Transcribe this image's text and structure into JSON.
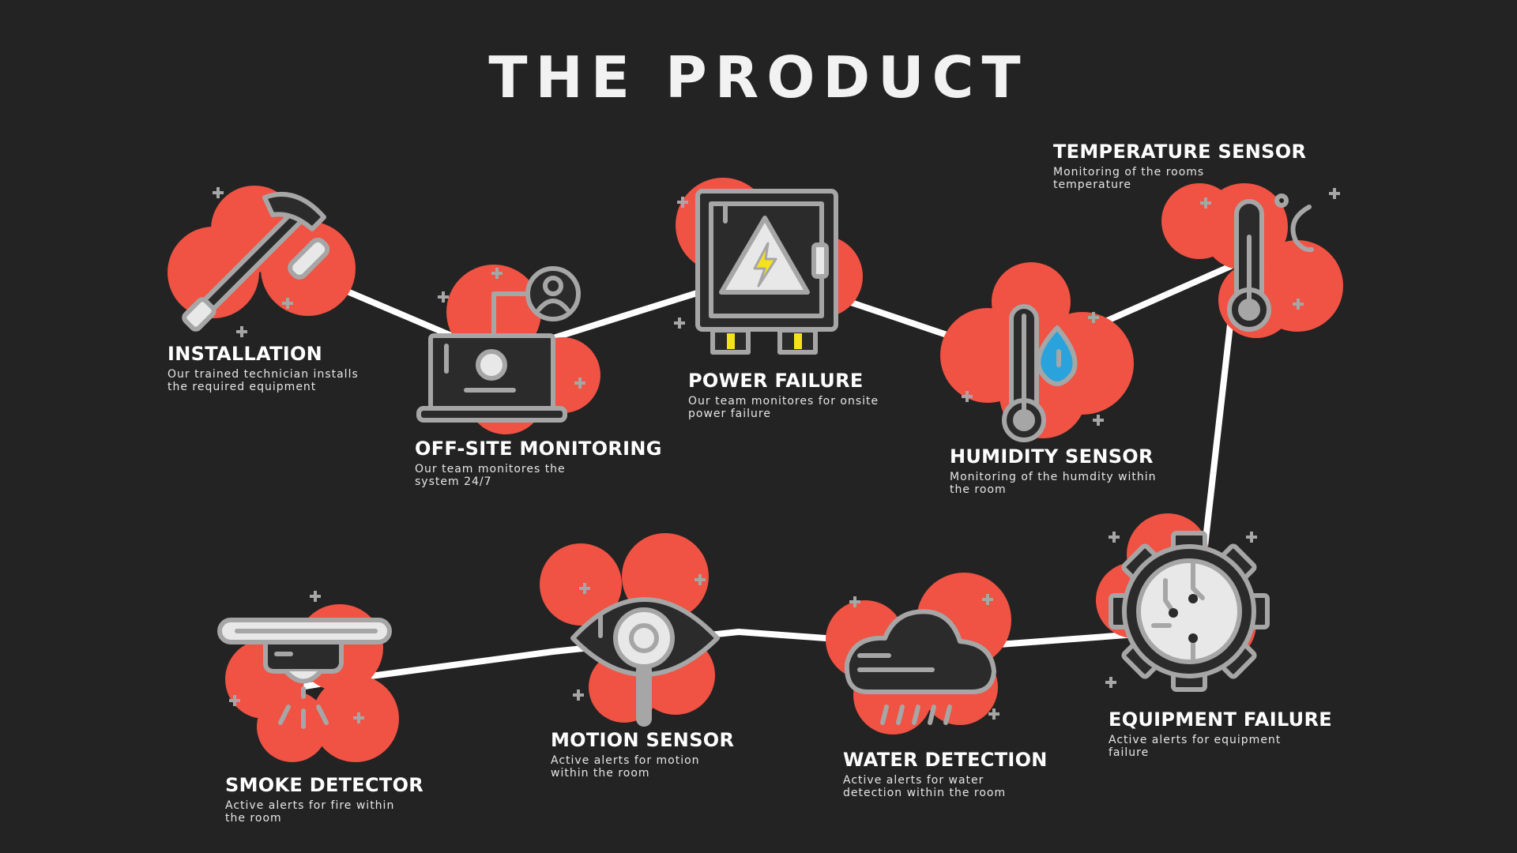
{
  "title": "THE PRODUCT",
  "colors": {
    "background": "#232323",
    "blob": "#f05243",
    "icon_stroke": "#a6a6a6",
    "icon_fill_dark": "#2b2b2b",
    "icon_fill_light": "#e8e8e8",
    "accent_yellow": "#f5e31a",
    "accent_blue": "#2aa3dc",
    "connector": "#ffffff"
  },
  "steps": [
    {
      "id": "installation",
      "icon": "hammer-icon",
      "title": "INSTALLATION",
      "description": "Our trained technician installs the required equipment"
    },
    {
      "id": "off-site-monitoring",
      "icon": "laptop-monitoring-icon",
      "title": "OFF-SITE MONITORING",
      "description": "Our team monitores the system 24/7"
    },
    {
      "id": "power-failure",
      "icon": "electrical-panel-icon",
      "title": "POWER FAILURE",
      "description": "Our team monitores for onsite power failure"
    },
    {
      "id": "humidity-sensor",
      "icon": "thermometer-water-drop-icon",
      "title": "HUMIDITY SENSOR",
      "description": "Monitoring of the humdity within the room"
    },
    {
      "id": "temperature-sensor",
      "icon": "thermometer-icon",
      "title": "TEMPERATURE SENSOR",
      "description": "Monitoring of the rooms temperature"
    },
    {
      "id": "equipment-failure",
      "icon": "gear-circuit-icon",
      "title": "EQUIPMENT FAILURE",
      "description": "Active alerts for equipment failure"
    },
    {
      "id": "water-detection",
      "icon": "rain-cloud-icon",
      "title": "WATER DETECTION",
      "description": "Active alerts for water detection within the room"
    },
    {
      "id": "motion-sensor",
      "icon": "eye-magnifier-icon",
      "title": "MOTION SENSOR",
      "description": "Active alerts for motion within the room"
    },
    {
      "id": "smoke-detector",
      "icon": "smoke-detector-icon",
      "title": "SMOKE DETECTOR",
      "description": "Active alerts for fire within the room"
    }
  ]
}
